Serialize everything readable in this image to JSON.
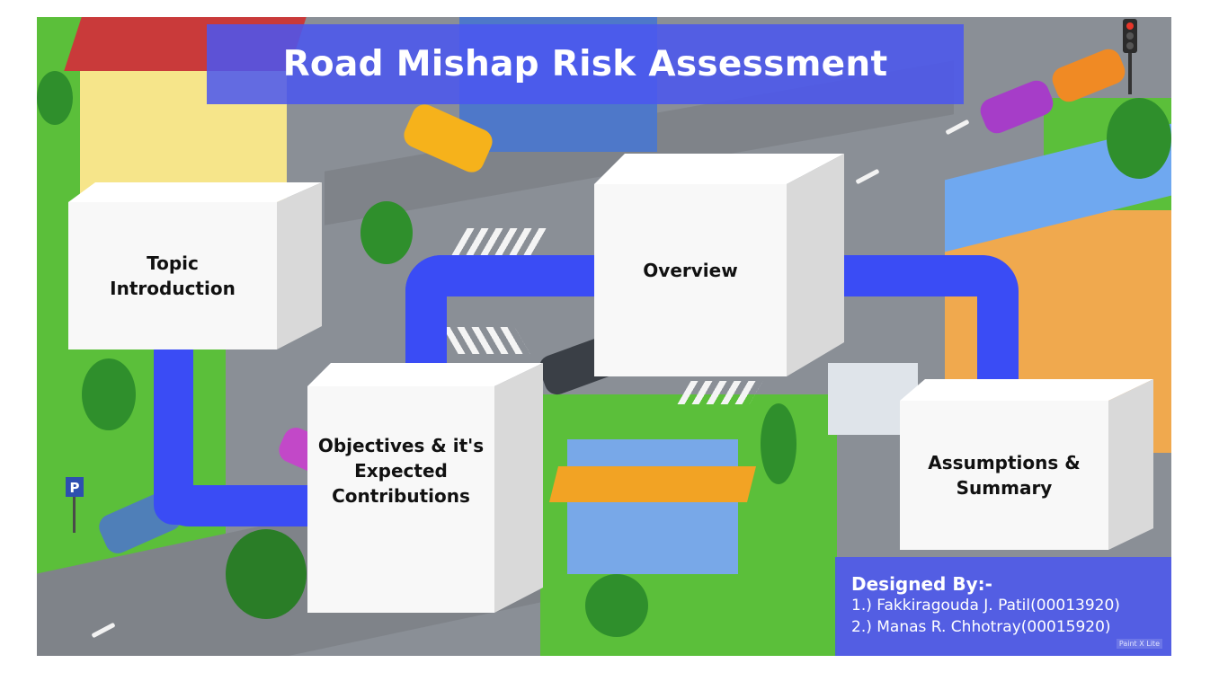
{
  "presentation": {
    "title": "Road Mishap Risk Assessment",
    "steps": [
      {
        "label": "Topic\nIntroduction"
      },
      {
        "label": "Overview"
      },
      {
        "label": "Objectives & it's\nExpected\nContributions"
      },
      {
        "label": "Assumptions &\nSummary"
      }
    ],
    "credits": {
      "heading": "Designed By:-",
      "authors": [
        "1.) Fakkiragouda J. Patil(00013920)",
        "2.) Manas R. Chhotray(00015920)"
      ]
    },
    "watermark": "Paint X Lite"
  },
  "colors": {
    "accent": "#4a56f0",
    "path": "#3a4cf5",
    "box_face": "#f8f8f8",
    "grass": "#5bbf3a",
    "road": "#7f8389"
  },
  "icons": [
    "parking-sign-icon",
    "traffic-light-icon"
  ]
}
